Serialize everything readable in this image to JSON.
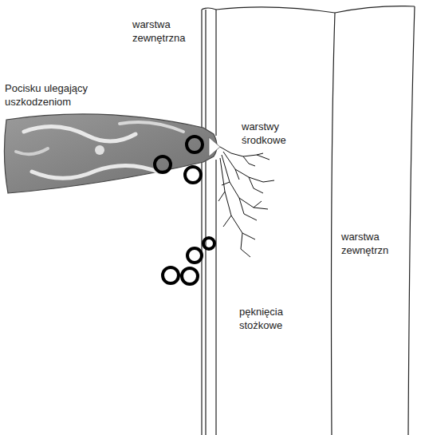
{
  "diagram": {
    "labels": [
      "warstwa zewnętrzna",
      "Pocisku ulegający uszkodzeniom",
      "warstwy środkowe",
      "warstwa zewnętrzn",
      "pęknięcia stożkowe"
    ]
  }
}
